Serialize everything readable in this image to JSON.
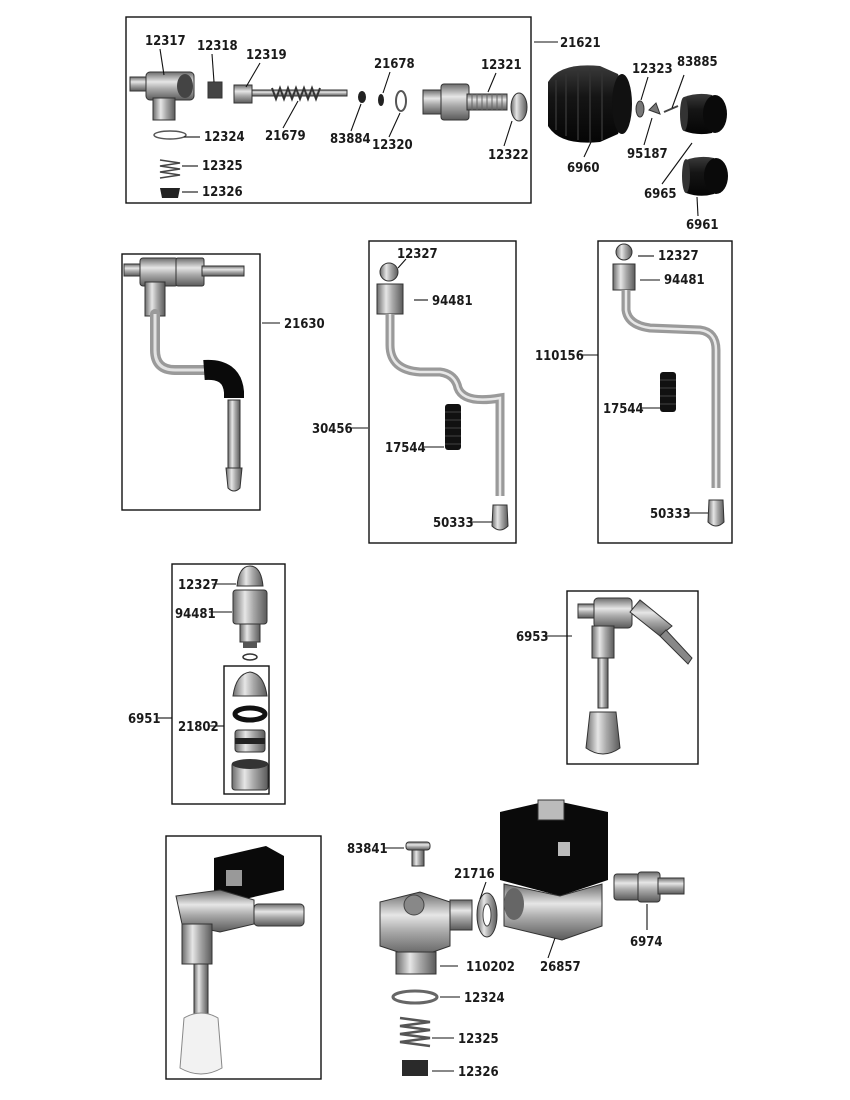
{
  "assemblies": [
    {
      "id": "21621",
      "parts": [
        "12317",
        "12318",
        "12319",
        "21679",
        "21678",
        "83884",
        "12320",
        "12321",
        "12322",
        "12324",
        "12325",
        "12326",
        "6960",
        "12323",
        "83885",
        "95187",
        "6965",
        "6961"
      ]
    },
    {
      "id": "21630",
      "parts": []
    },
    {
      "id": "30456",
      "parts": [
        "12327",
        "94481",
        "17544",
        "50333"
      ]
    },
    {
      "id": "110156",
      "parts": [
        "12327",
        "94481",
        "17544",
        "50333"
      ]
    },
    {
      "id": "6951",
      "parts": [
        "12327",
        "94481",
        "21802"
      ]
    },
    {
      "id": "6953",
      "parts": []
    },
    {
      "id": "solenoid",
      "parts": [
        "83841",
        "21716",
        "110202",
        "26857",
        "6974",
        "12324",
        "12325",
        "12326"
      ]
    }
  ],
  "labels": {
    "p12317": "12317",
    "p12318": "12318",
    "p12319": "12319",
    "p21679": "21679",
    "p21678": "21678",
    "p83884": "83884",
    "p12320": "12320",
    "p12321": "12321",
    "p12322": "12322",
    "p21621": "21621",
    "p6960": "6960",
    "p12323": "12323",
    "p83885": "83885",
    "p95187": "95187",
    "p6965": "6965",
    "p6961": "6961",
    "p12324a": "12324",
    "p12325a": "12325",
    "p12326a": "12326",
    "p21630": "21630",
    "p12327b": "12327",
    "p94481b": "94481",
    "p30456": "30456",
    "p17544b": "17544",
    "p50333b": "50333",
    "p12327c": "12327",
    "p94481c": "94481",
    "p110156": "110156",
    "p17544c": "17544",
    "p50333c": "50333",
    "p12327d": "12327",
    "p94481d": "94481",
    "p6951": "6951",
    "p21802": "21802",
    "p6953": "6953",
    "p83841": "83841",
    "p21716": "21716",
    "p110202": "110202",
    "p26857": "26857",
    "p6974": "6974",
    "p12324b": "12324",
    "p12325b": "12325",
    "p12326b": "12326"
  }
}
